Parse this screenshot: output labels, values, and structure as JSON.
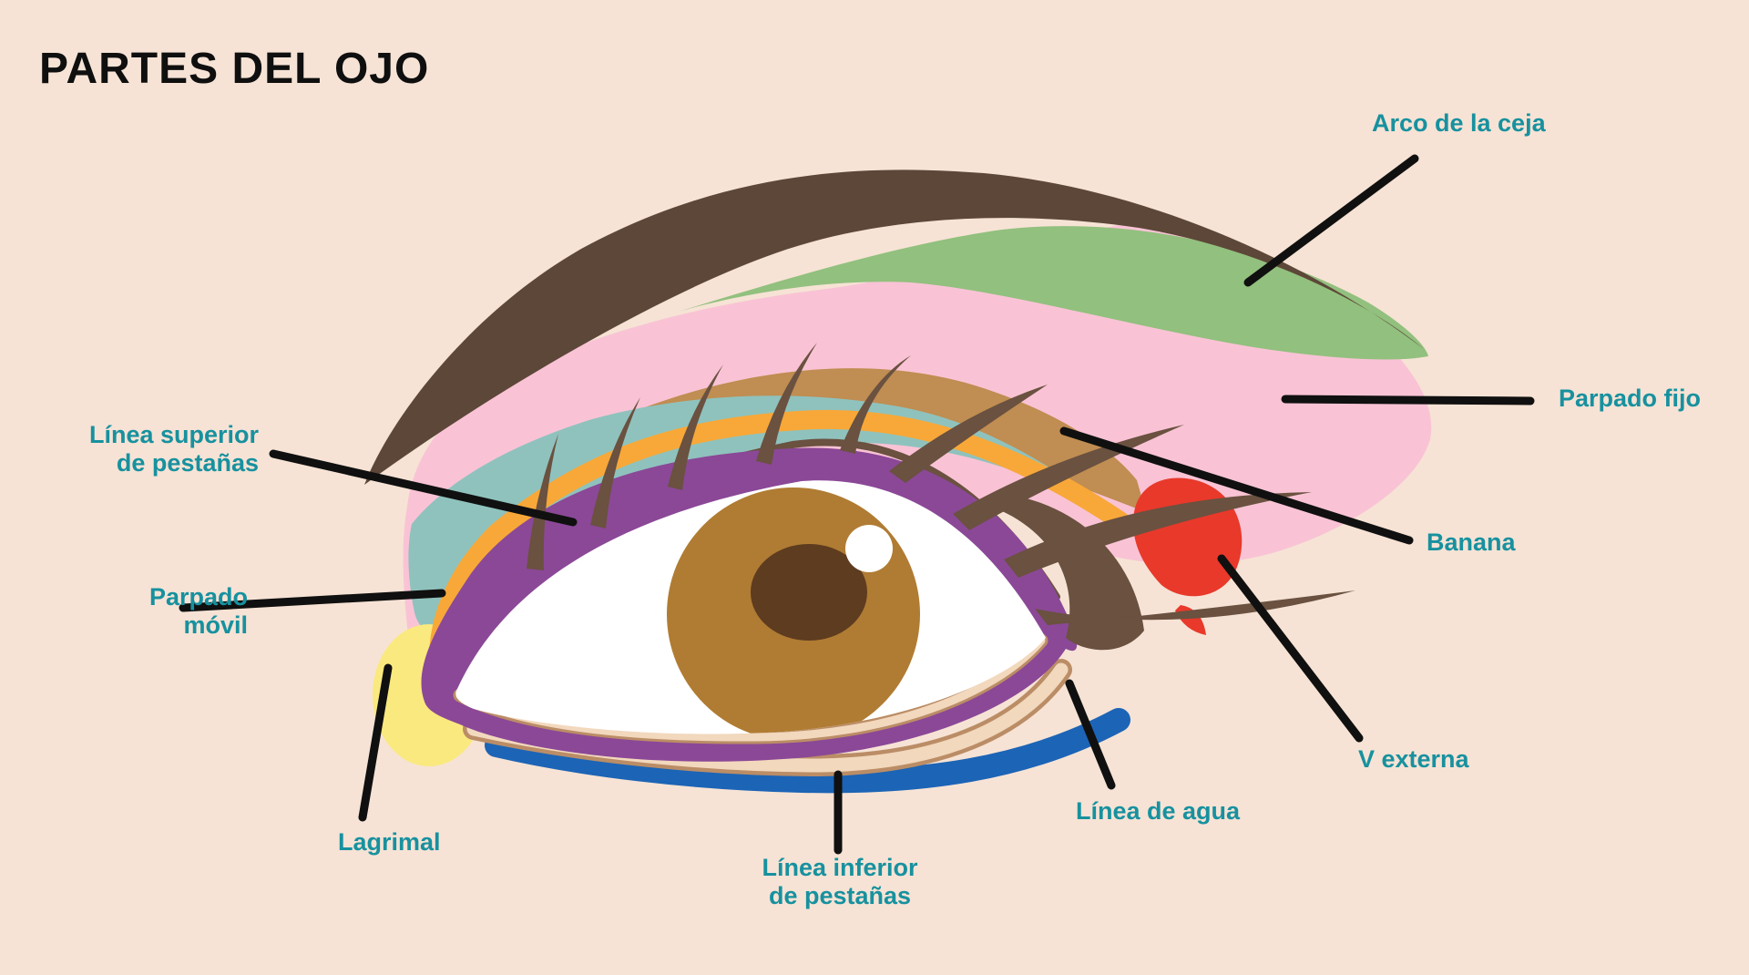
{
  "title": "PARTES DEL OJO",
  "labels": {
    "arco_de_la_ceja": "Arco de la ceja",
    "parpado_fijo": "Parpado fijo",
    "banana": "Banana",
    "v_externa": "V externa",
    "linea_de_agua": "Línea de agua",
    "linea_inferior_de_pestanas": "Línea inferior\nde pestañas",
    "lagrimal": "Lagrimal",
    "parpado_movil": "Parpado\nmóvil",
    "linea_superior_de_pestanas": "Línea superior\nde pestañas"
  },
  "palette": {
    "background": "#f6e3d5",
    "label_teal": "#17919f",
    "title_black": "#0f0f0f",
    "pointer_black": "#101010",
    "eyebrow_brown": "#5c4738",
    "browbone_green": "#92c07e",
    "fixed_lid_pink": "#f9c3d5",
    "crease_tan": "#c08d52",
    "mobile_lid_teal": "#8fc2bd",
    "lashline_orange": "#f8a838",
    "eyeliner_purple": "#8b4897",
    "outer_v_red": "#e8392b",
    "lower_shadow_blue": "#1c64b6",
    "tear_duct_yellow": "#fae97e",
    "waterline_beige": "#f2d8bd",
    "waterline_edge_tan": "#bb8d66",
    "iris_brown": "#b07c33",
    "pupil_brown": "#5e3c20",
    "lash_brown": "#6a5140",
    "sclera_white": "#ffffff"
  }
}
